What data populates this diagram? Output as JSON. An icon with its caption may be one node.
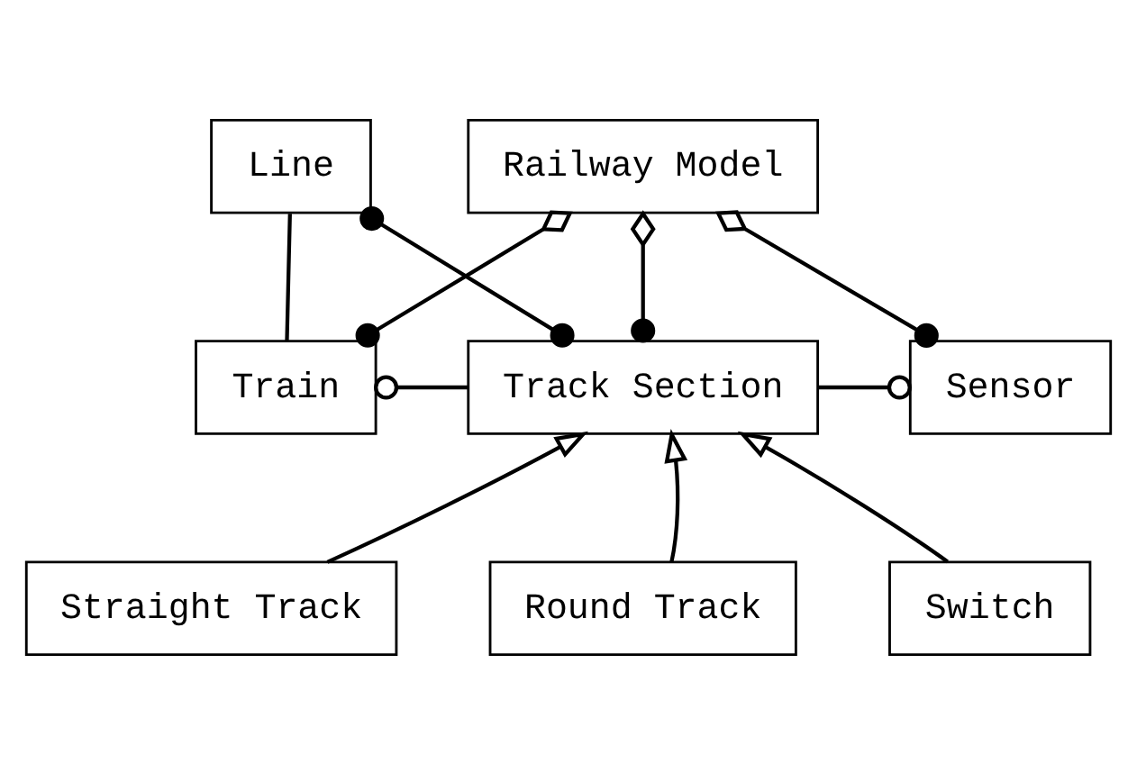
{
  "diagram": {
    "nodes": [
      {
        "text": [
          "Line"
        ]
      },
      {
        "text": [
          "Railway Model"
        ]
      },
      {
        "text": [
          "Train"
        ]
      },
      {
        "text": [
          "Track Section"
        ]
      },
      {
        "text": [
          "Sensor"
        ]
      },
      {
        "text": [
          "Straight Track"
        ]
      },
      {
        "text": [
          "Round Track"
        ]
      },
      {
        "text": [
          "Switch"
        ]
      }
    ],
    "edges": [
      {
        "from": 0,
        "to": 2,
        "arrow": "none"
      },
      {
        "from": 0,
        "to": 3,
        "arrow": "other"
      },
      {
        "from": 1,
        "to": 2,
        "arrow": "other"
      },
      {
        "from": 1,
        "to": 3,
        "arrow": "other"
      },
      {
        "from": 1,
        "to": 4,
        "arrow": "other"
      },
      {
        "from": 2,
        "to": 3,
        "arrow": "other"
      },
      {
        "from": 3,
        "to": 4,
        "arrow": "other"
      },
      {
        "from": 5,
        "to": 3,
        "arrow": "to"
      },
      {
        "from": 6,
        "to": 3,
        "arrow": "to"
      },
      {
        "from": 7,
        "to": 3,
        "arrow": "to"
      }
    ]
  }
}
